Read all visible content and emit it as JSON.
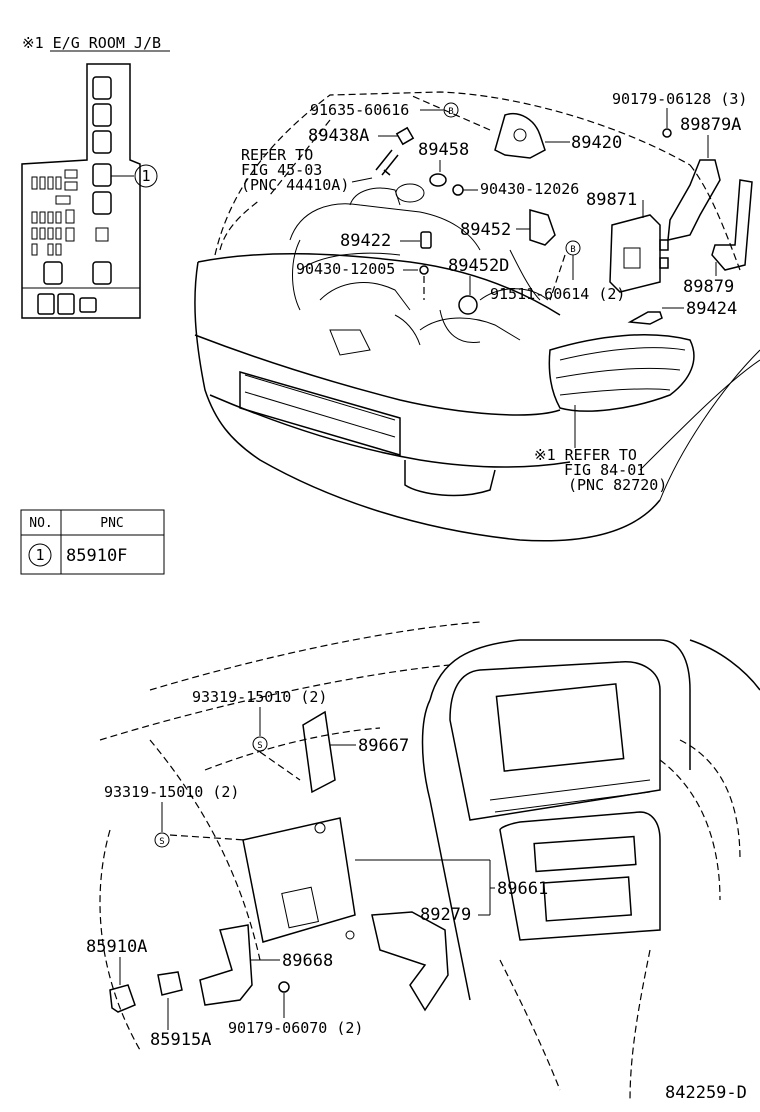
{
  "jb_title": "※1 E/G ROOM J/B",
  "jb_callout": "1",
  "table": {
    "headers": [
      "NO.",
      "PNC"
    ],
    "rows": [
      {
        "no": "1",
        "pnc": "85910F"
      }
    ]
  },
  "refer_1": [
    "REFER TO",
    "FIG 45-03",
    "(PNC 44410A)"
  ],
  "refer_2": [
    "※1 REFER TO",
    "FIG 84-01",
    "(PNC 82720)"
  ],
  "bolt_symbol_b": "B",
  "screw_symbol_s": "S",
  "parts": {
    "p_91635": "91635-60616",
    "p_89438A": "89438A",
    "p_89458": "89458",
    "p_89420": "89420",
    "p_90179_06128": "90179-06128 (3)",
    "p_89879A": "89879A",
    "p_90430_12026": "90430-12026",
    "p_89871": "89871",
    "p_89422": "89422",
    "p_89452": "89452",
    "p_90430_12005": "90430-12005",
    "p_89452D": "89452D",
    "p_91511": "91511-60614 (2)",
    "p_89879": "89879",
    "p_89424": "89424",
    "p_93319_a": "93319-15010 (2)",
    "p_89667": "89667",
    "p_93319_b": "93319-15010 (2)",
    "p_89661": "89661",
    "p_89279": "89279",
    "p_85910A": "85910A",
    "p_89668": "89668",
    "p_85915A": "85915A",
    "p_90179_06070": "90179-06070 (2)"
  },
  "figure_code": "842259-D"
}
